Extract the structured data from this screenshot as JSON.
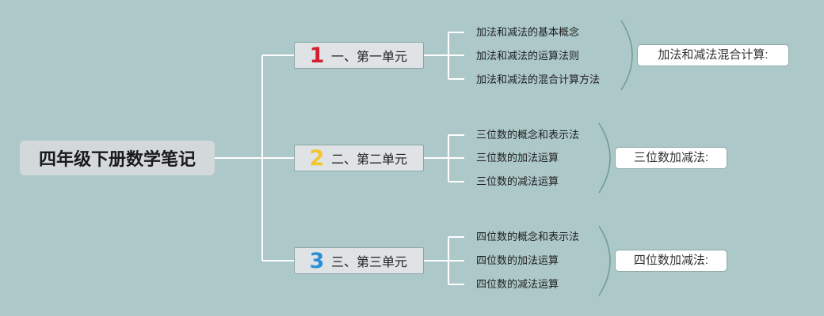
{
  "root": {
    "title": "四年级下册数学笔记"
  },
  "units": [
    {
      "number": "1",
      "number_color": "#d2202f",
      "label": "一、第一单元",
      "topics": [
        "加法和减法的基本概念",
        "加法和减法的运算法则",
        "加法和减法的混合计算方法"
      ],
      "summary": "加法和减法混合计算:"
    },
    {
      "number": "2",
      "number_color": "#f4c52c",
      "label": "二、第二单元",
      "topics": [
        "三位数的概念和表示法",
        "三位数的加法运算",
        "三位数的减法运算"
      ],
      "summary": "三位数加减法:"
    },
    {
      "number": "3",
      "number_color": "#2b8fd6",
      "label": "三、第三单元",
      "topics": [
        "四位数的概念和表示法",
        "四位数的加法运算",
        "四位数的减法运算"
      ],
      "summary": "四位数加减法:"
    }
  ],
  "colors": {
    "background": "#adc8c9",
    "connector": "#ffffff",
    "bracket": "#6f9c93"
  }
}
